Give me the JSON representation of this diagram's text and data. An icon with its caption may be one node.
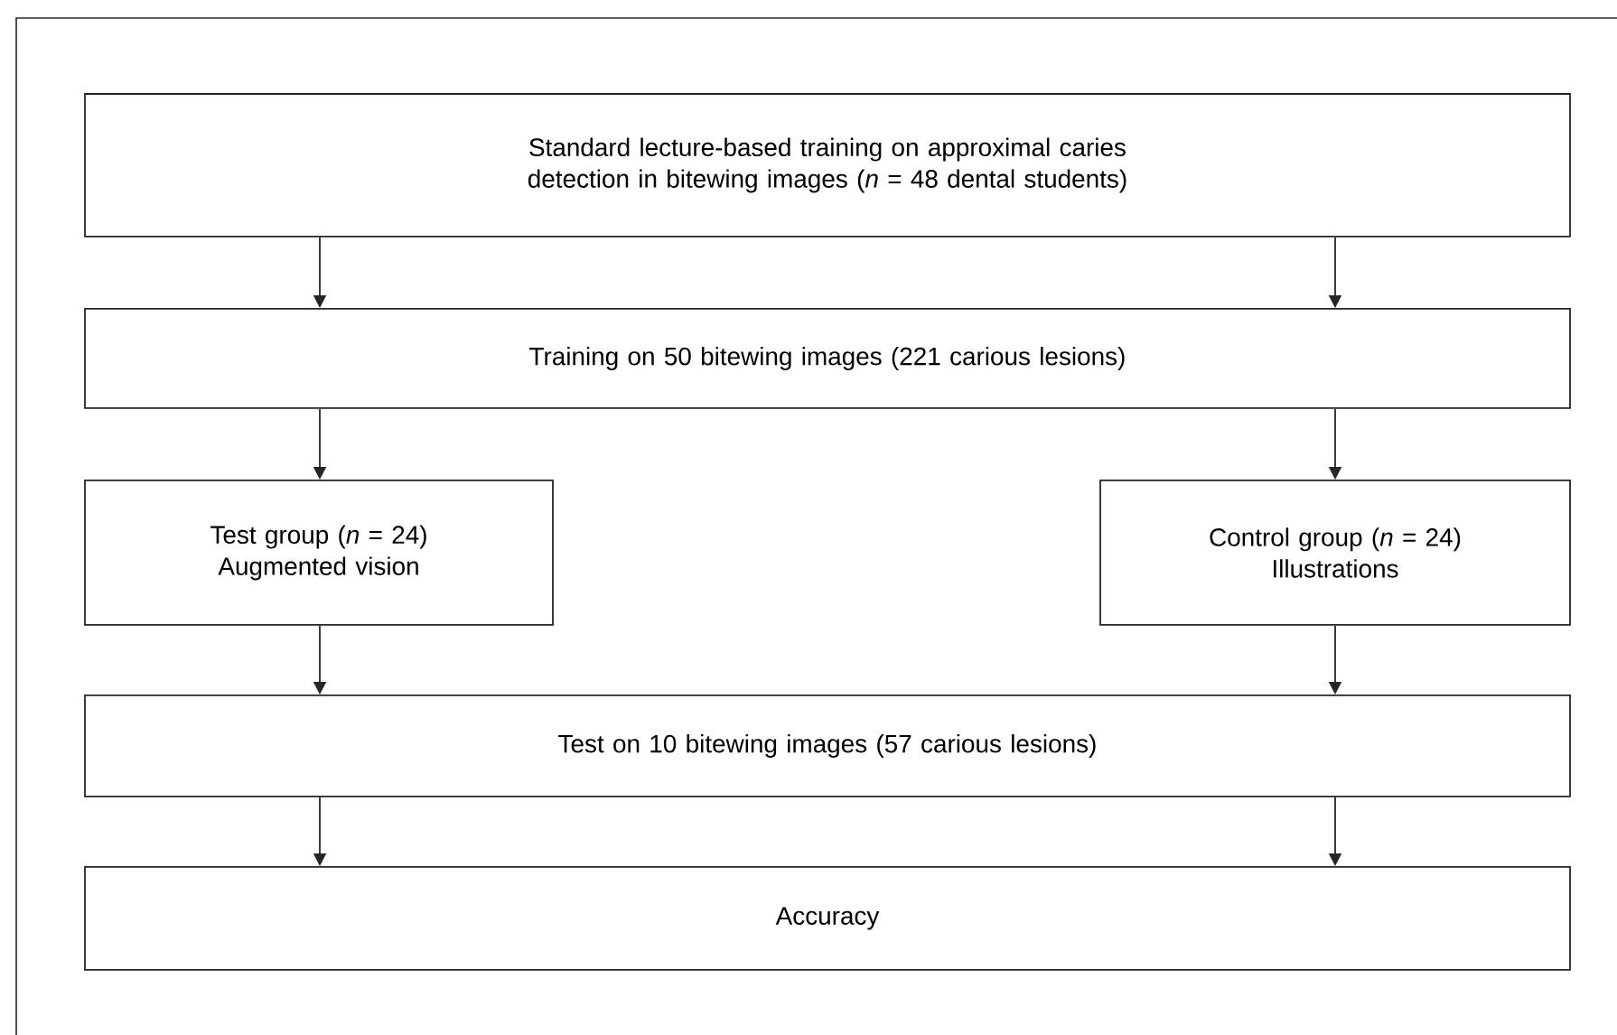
{
  "diagram": {
    "nodes": [
      {
        "text": [
          "Standard lecture-based training on approximal caries detection in bitewing images (*n* = 48 dental students)"
        ]
      },
      {
        "text": [
          "Training on 50 bitewing images (221 carious lesions)"
        ]
      },
      {
        "text": [
          "Test group (*n* = 24)",
          "Augmented vision"
        ]
      },
      {
        "text": [
          "Control group (*n* = 24)",
          "Illustrations"
        ]
      },
      {
        "text": [
          "Test on 10 bitewing images (57 carious lesions)"
        ]
      },
      {
        "text": [
          "Accuracy"
        ]
      }
    ],
    "edges": [
      {
        "from": 0,
        "to": 1,
        "arrow": "to"
      },
      {
        "from": 0,
        "to": 1,
        "arrow": "to"
      },
      {
        "from": 1,
        "to": 2,
        "arrow": "to"
      },
      {
        "from": 1,
        "to": 3,
        "arrow": "to"
      },
      {
        "from": 2,
        "to": 4,
        "arrow": "to"
      },
      {
        "from": 3,
        "to": 4,
        "arrow": "to"
      },
      {
        "from": 4,
        "to": 5,
        "arrow": "to"
      },
      {
        "from": 4,
        "to": 5,
        "arrow": "to"
      }
    ]
  }
}
